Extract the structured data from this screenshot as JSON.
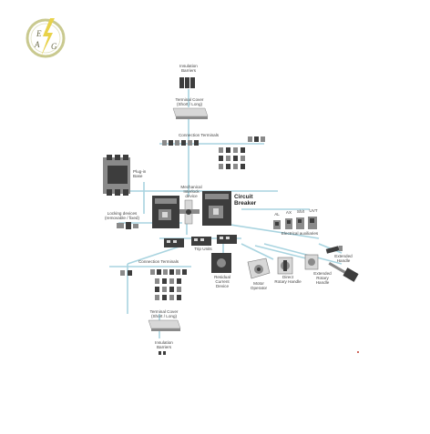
{
  "logo": {
    "letters": [
      "E",
      "A",
      "G"
    ],
    "ring_color": "#c9c98f",
    "bolt_color": "#e8d24a"
  },
  "colors": {
    "connector": "#a9d4e0",
    "device_dark": "#3d3d3d",
    "device_mid": "#8a8a8a",
    "device_light": "#d8d8d8"
  },
  "labels": {
    "insulation_top": "Insulation\nBarriers",
    "terminal_cover_top": "Terminal Cover\n(Short / Long)",
    "connection_terminals_top": "Connection Terminals",
    "plug_in_base": "Plug-in\nBase",
    "mechanical_interlock": "Mechanical\nInterlock\ndevice",
    "circuit_breaker": "Circuit\nBreaker",
    "locking_devices": "Locking devices\n(removable / fixed)",
    "aux_al": "AL",
    "aux_ax": "AX",
    "aux_shunt": "Sh/t",
    "aux_uvt": "UVT",
    "electrical_auxiliaries": "Electrical auxiliaries",
    "extended_handle_top": "Extended\nHandle",
    "trip_units": "Trip Units",
    "connection_terminals_bottom": "Connection Terminals",
    "residual_current": "Residual\nCurrent\nDevice",
    "motor_operator": "Motor\nOperator",
    "direct_rotary": "Direct\nRotary Handle",
    "extended_rotary": "Extended\nRotary\nHandle",
    "terminal_cover_bottom": "Terminal Cover\n(Short / Long)",
    "insulation_bottom": "Insulation\nBarriers"
  }
}
